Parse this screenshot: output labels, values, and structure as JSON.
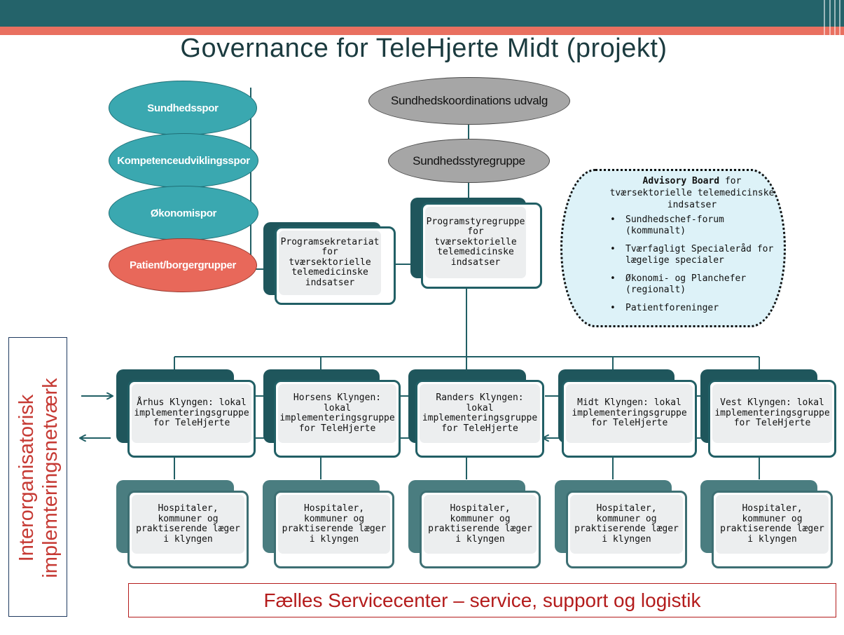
{
  "title": "Governance for TeleHjerte Midt (projekt)",
  "tracks": [
    "Sundhedsspor",
    "Kompetenceudviklingsspor",
    "Økonomispor",
    "Patient/borgergrupper"
  ],
  "top": {
    "udvalg": "Sundhedskoordinations udvalg",
    "styregruppe": "Sundhedsstyregruppe"
  },
  "sekretariat": "Programsekretariat for tværsektorielle telemedicinske indsatser",
  "programstyregruppe": "Programstyregruppe for tværsektorielle telemedicinske indsatser",
  "advisory": {
    "title_bold": "Advisory Board",
    "title_rest": " for tværsektorielle telemedicinske indsatser",
    "items": [
      "Sundhedschef-forum (kommunalt)",
      "Tværfagligt Specialeråd for lægelige specialer",
      "Økonomi- og Planchefer (regionalt)",
      "Patientforeninger"
    ]
  },
  "clusters": [
    {
      "name": "Århus Klyngen: lokal implementeringsgruppe for TeleHjerte",
      "sub": "Hospitaler, kommuner og praktiserende læger i klyngen"
    },
    {
      "name": "Horsens Klyngen: lokal implementeringsgruppe for TeleHjerte",
      "sub": "Hospitaler, kommuner og praktiserende læger i klyngen"
    },
    {
      "name": "Randers Klyngen: lokal implementeringsgruppe for TeleHjerte",
      "sub": "Hospitaler, kommuner og praktiserende læger i klyngen"
    },
    {
      "name": "Midt Klyngen: lokal implementeringsgruppe for TeleHjerte",
      "sub": "Hospitaler, kommuner og praktiserende læger i klyngen"
    },
    {
      "name": "Vest Klyngen: lokal implementeringsgruppe for TeleHjerte",
      "sub": "Hospitaler, kommuner og praktiserende læger i klyngen"
    }
  ],
  "side_label": "Interorganisatorisk implemteringsnetværk",
  "service": "Fælles Servicecenter – service, support og logistik",
  "colors": {
    "header": "#24636a",
    "stripe": "#e97060",
    "teal": "#3aa8b0",
    "coral": "#e8685a",
    "dark": "#215f65",
    "red_text": "#b41c1c"
  }
}
